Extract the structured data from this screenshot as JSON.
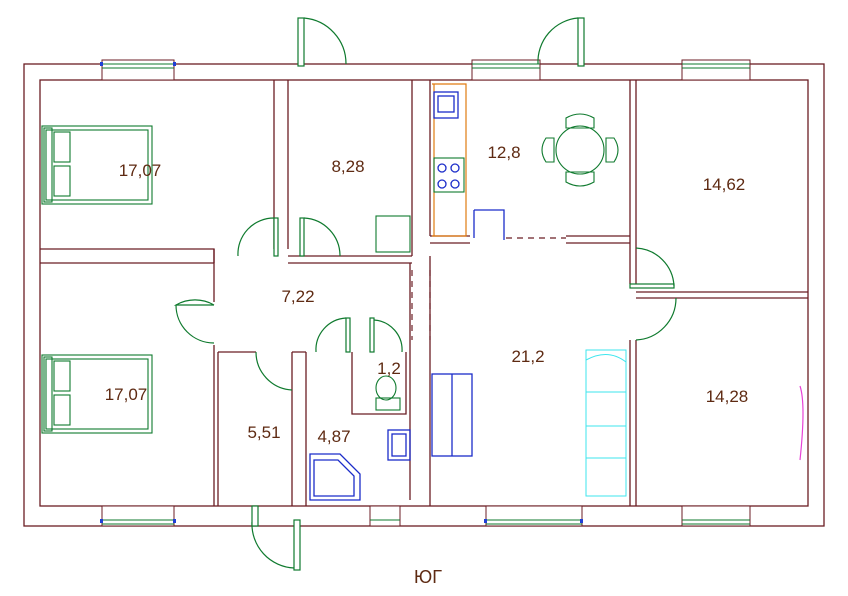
{
  "rooms": [
    {
      "id": "bedroom-nw",
      "area": "17,07"
    },
    {
      "id": "room-north-middle",
      "area": "8,28"
    },
    {
      "id": "kitchen",
      "area": "12,8"
    },
    {
      "id": "room-ne",
      "area": "14,62"
    },
    {
      "id": "hall",
      "area": "7,22"
    },
    {
      "id": "bedroom-sw",
      "area": "17,07"
    },
    {
      "id": "toilet",
      "area": "1,2"
    },
    {
      "id": "living-room",
      "area": "21,2"
    },
    {
      "id": "room-se",
      "area": "14,28"
    },
    {
      "id": "storage",
      "area": "5,51"
    },
    {
      "id": "bathroom",
      "area": "4,87"
    }
  ],
  "compass_label": "ЮГ",
  "colors": {
    "wall": "#6b1d24",
    "door": "#0f7a2e",
    "kitchen_fixtures": "#e07b10",
    "bath_fixtures": "#1b2cc9",
    "sofa": "#3ee6ee",
    "label": "#5e2a12"
  }
}
